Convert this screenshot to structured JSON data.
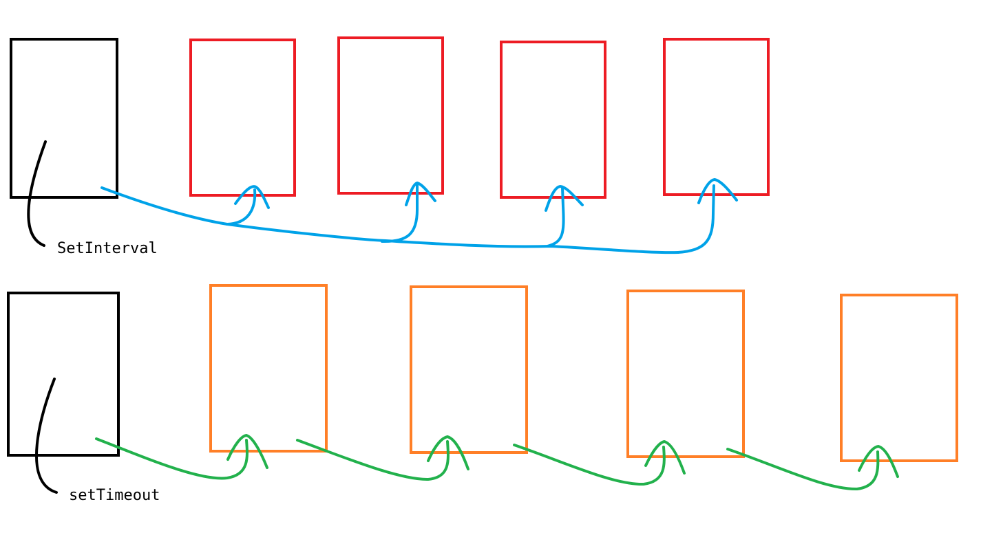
{
  "diagram": {
    "rows": [
      {
        "label": "SetInterval",
        "source_color": "#000000",
        "task_color": "#ed1c24",
        "arrow_color": "#00a2e8",
        "task_count": 4
      },
      {
        "label": "setTimeout",
        "source_color": "#000000",
        "task_color": "#ff7f27",
        "arrow_color": "#22b14c",
        "task_count": 4
      }
    ]
  }
}
